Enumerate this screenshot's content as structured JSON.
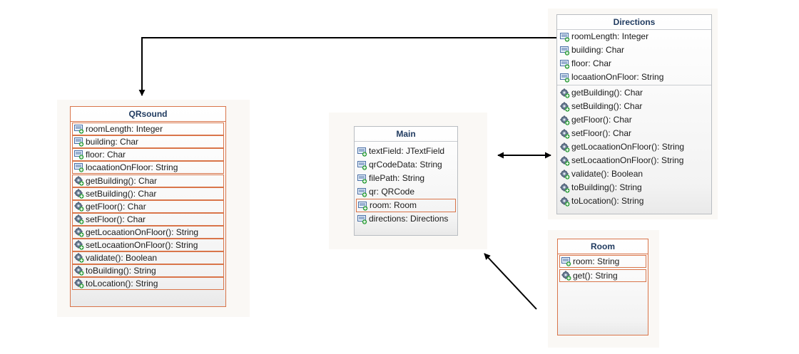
{
  "qrsound": {
    "title": "QRsound",
    "fields": [
      "roomLength: Integer",
      "building: Char",
      "floor: Char",
      "locaationOnFloor: String"
    ],
    "methods": [
      "getBuilding(): Char",
      "setBuilding(): Char",
      "getFloor(): Char",
      "setFloor(): Char",
      "getLocaationOnFloor(): String",
      "setLocaationOnFloor(): String",
      "validate(): Boolean",
      "toBuilding(): String",
      "toLocation(): String"
    ]
  },
  "main": {
    "title": "Main",
    "fields": [
      "textField: JTextField",
      "qrCodeData: String",
      "filePath: String",
      "qr: QRCode",
      "room: Room",
      "directions: Directions"
    ]
  },
  "directions": {
    "title": "Directions",
    "fields": [
      "roomLength: Integer",
      "building: Char",
      "floor: Char",
      "locaationOnFloor: String"
    ],
    "methods": [
      "getBuilding(): Char",
      "setBuilding(): Char",
      "getFloor(): Char",
      "setFloor(): Char",
      "getLocaationOnFloor(): String",
      "setLocaationOnFloor(): String",
      "validate(): Boolean",
      "toBuilding(): String",
      "toLocation(): String"
    ]
  },
  "room": {
    "title": "Room",
    "fields": [
      "room: String"
    ],
    "methods": [
      "get(): String"
    ]
  },
  "icons": {
    "field": "field-icon",
    "method": "method-icon"
  },
  "colors": {
    "selected_border": "#d9754a",
    "title_text": "#1f3a5f",
    "arrow": "#000000"
  }
}
